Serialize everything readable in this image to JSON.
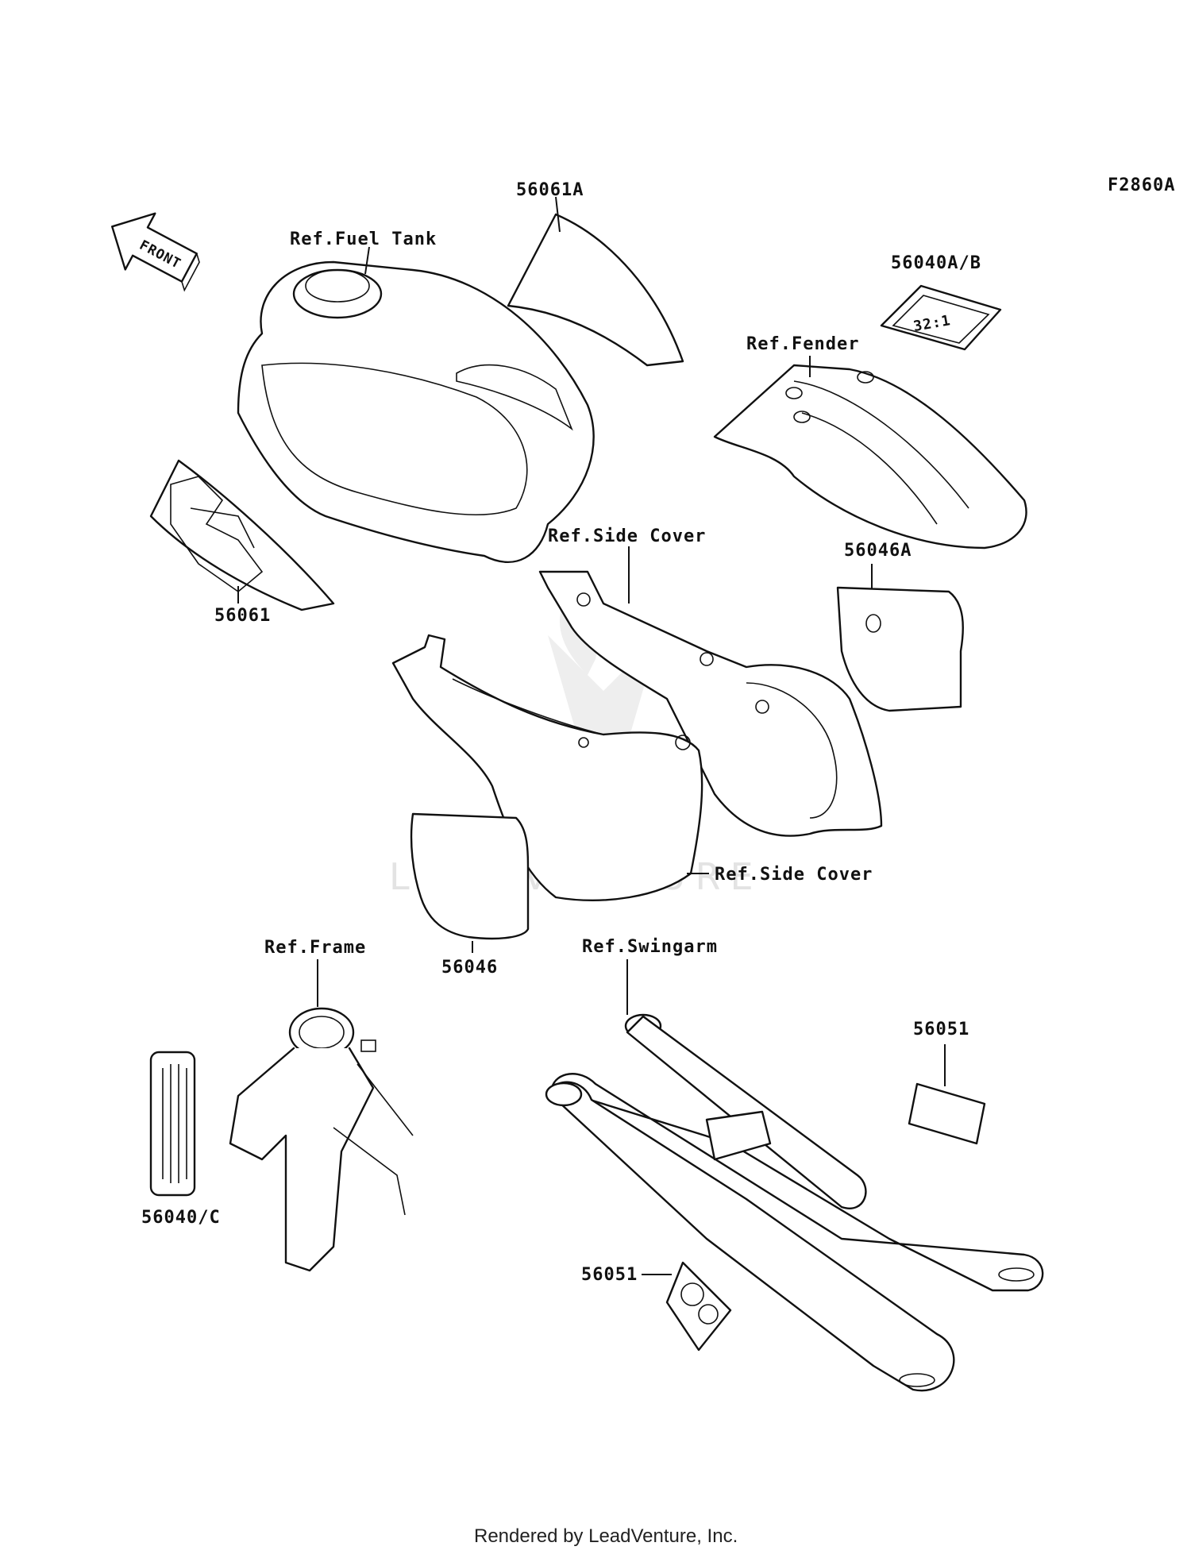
{
  "figure_id": "F2860A",
  "front_arrow": "FRONT",
  "labels": {
    "fuel_tank": "Ref.Fuel Tank",
    "p56061A": "56061A",
    "p56040AB": "56040A/B",
    "fender": "Ref.Fender",
    "p56061": "56061",
    "side_cover_upper": "Ref.Side Cover",
    "p56046A": "56046A",
    "side_cover_lower": "Ref.Side Cover",
    "p56046": "56046",
    "frame": "Ref.Frame",
    "swingarm": "Ref.Swingarm",
    "p56051_upper": "56051",
    "p56040C": "56040/C",
    "p56051_lower": "56051"
  },
  "decal_text": "32:1",
  "watermark": "LEADVENTURE",
  "footer": "Rendered by LeadVenture, Inc."
}
